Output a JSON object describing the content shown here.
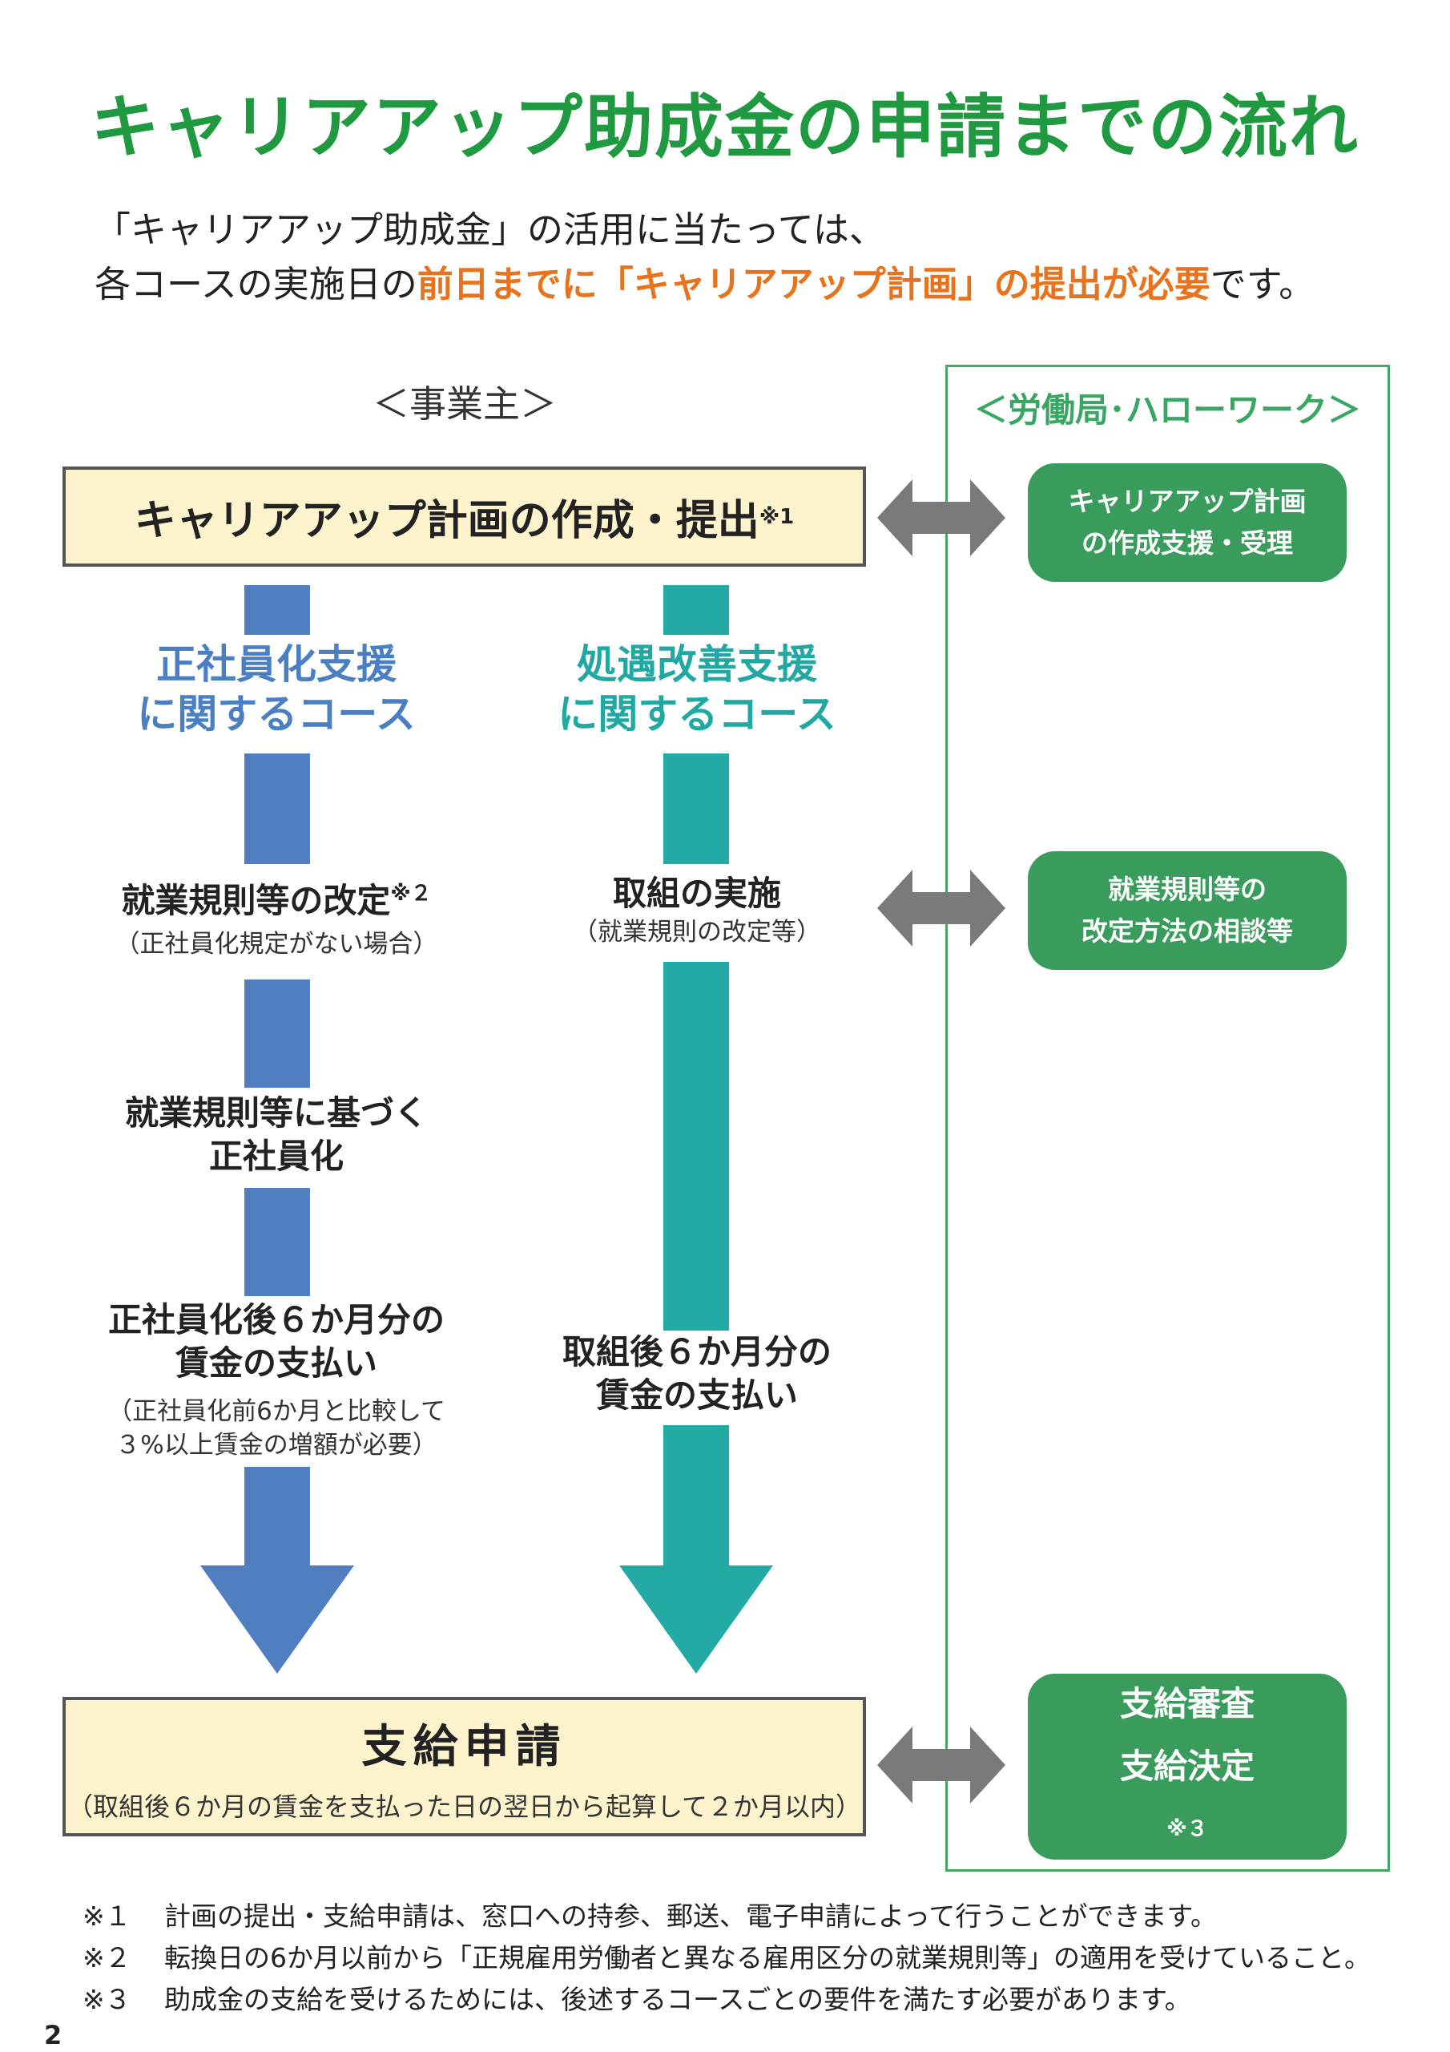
{
  "title": "キャリアアップ助成金の申請までの流れ",
  "intro": {
    "line1": "「キャリアアップ助成金」の活用に当たっては、",
    "line2_pre": "各コースの実施日の",
    "line2_highlight": "前日までに「キャリアアップ計画」の提出が必要",
    "line2_post": "です。"
  },
  "employer_header": "＜事業主＞",
  "office_header": "＜労働局･ハローワーク＞",
  "plan_box": {
    "label": "キャリアアップ計画の作成・提出",
    "mark": "※1"
  },
  "course_regular": {
    "line1": "正社員化支援",
    "line2": "に関するコース"
  },
  "course_treatment": {
    "line1": "処遇改善支援",
    "line2": "に関するコース"
  },
  "steps_regular": {
    "rules_revision": {
      "label": "就業規則等の改定",
      "mark": "※２",
      "note": "（正社員化規定がない場合）"
    },
    "conversion": {
      "line1": "就業規則等に基づく",
      "line2": "正社員化"
    },
    "wages": {
      "line1": "正社員化後６か月分の",
      "line2": "賃金の支払い",
      "note1": "（正社員化前6か月と比較して",
      "note2": "３%以上賃金の増額が必要）"
    }
  },
  "steps_treatment": {
    "implementation": {
      "label": "取組の実施",
      "note": "（就業規則の改定等）"
    },
    "wages": {
      "line1": "取組後６か月分の",
      "line2": "賃金の支払い"
    }
  },
  "office_buttons": {
    "plan_support": {
      "line1": "キャリアアップ計画",
      "line2": "の作成支援・受理"
    },
    "rules_consult": {
      "line1": "就業規則等の",
      "line2": "改定方法の相談等"
    },
    "payment_review": {
      "line1": "支給審査",
      "line2": "支給決定",
      "mark": "※３"
    }
  },
  "apply_box": {
    "title": "支給申請",
    "note": "（取組後６か月の賃金を支払った日の翌日から起算して２か月以内）"
  },
  "footnotes": [
    {
      "mark": "※１",
      "text": "計画の提出・支給申請は、窓口への持参、郵送、電子申請によって行うことができます。"
    },
    {
      "mark": "※２",
      "text": "転換日の6か月以前から「正規雇用労働者と異なる雇用区分の就業規則等」の適用を受けていること。"
    },
    {
      "mark": "※３",
      "text": "助成金の支給を受けるためには、後述するコースごとの要件を満たす必要があります。"
    }
  ],
  "page_number": "2",
  "colors": {
    "title_green": "#1f9a40",
    "highlight_orange": "#e8731c",
    "blue": "#4f7fc0",
    "teal": "#24aaa4",
    "office_green": "#3a9c5c",
    "box_fill": "#fdf3cc"
  }
}
